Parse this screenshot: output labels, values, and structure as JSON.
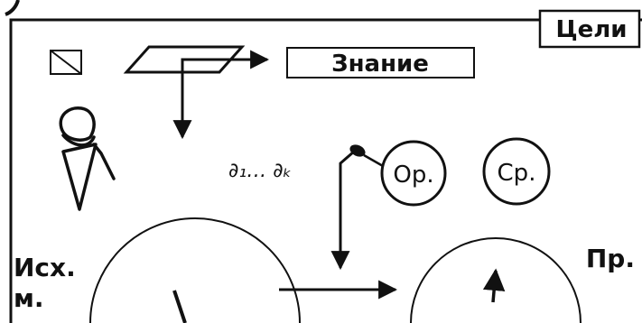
{
  "labels": {
    "goals": "Цели",
    "knowledge": "Знание",
    "deltas": "∂₁… ∂ₖ",
    "op": "Ор.",
    "sr": "Ср.",
    "initial_line1": "Исх.",
    "initial_line2": "м.",
    "pr": "Пр."
  },
  "colors": {
    "ink": "#111111",
    "background": "#ffffff"
  }
}
